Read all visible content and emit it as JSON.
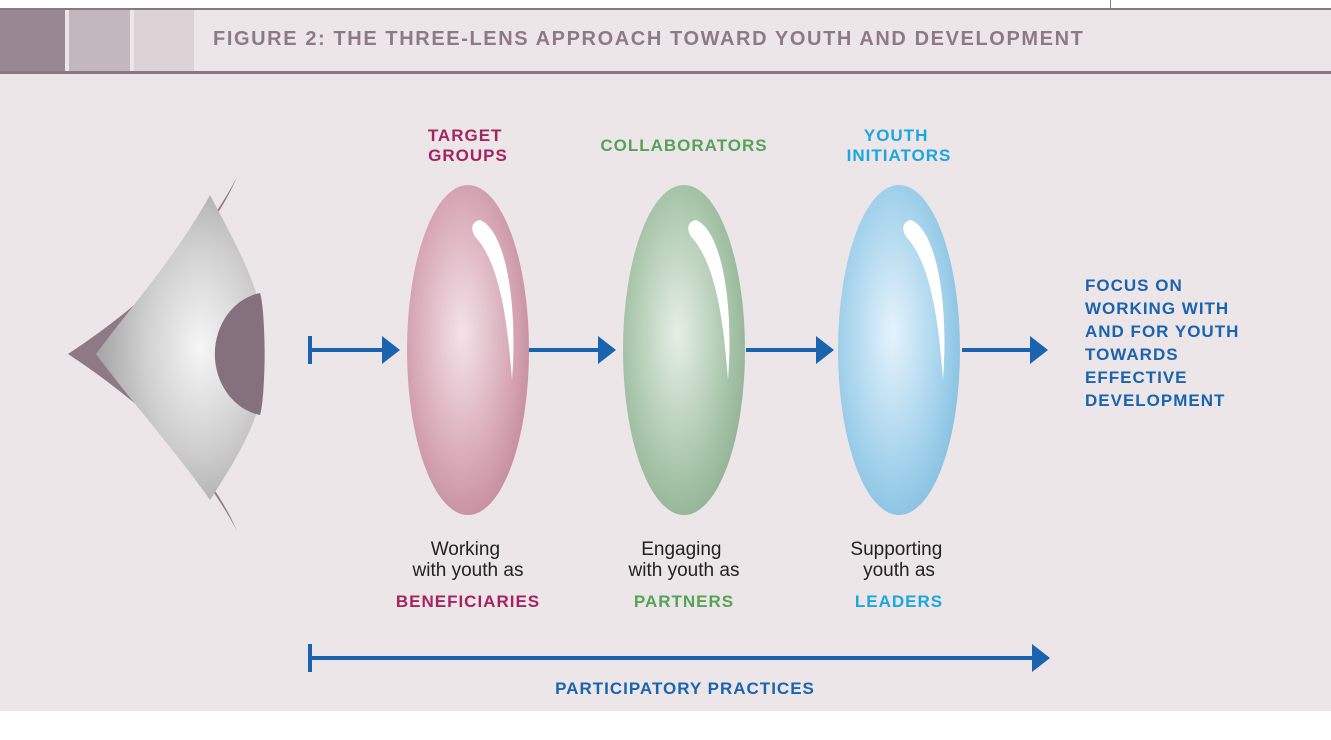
{
  "figure": {
    "title": "FIGURE 2: THE THREE-LENS APPROACH TOWARD YOUTH AND DEVELOPMENT"
  },
  "lenses": [
    {
      "name_lines": [
        "TARGET",
        "GROUPS"
      ],
      "desc_lines": [
        "Working",
        "with youth as"
      ],
      "role": "BENEFICIARIES",
      "color": "#a3245f",
      "lens_color": "#c98ea3"
    },
    {
      "name_lines": [
        "COLLABORATORS"
      ],
      "desc_lines": [
        "Engaging",
        "with youth as"
      ],
      "role": "PARTNERS",
      "color": "#55a358",
      "lens_color": "#96b99a"
    },
    {
      "name_lines": [
        "YOUTH",
        "INITIATORS"
      ],
      "desc_lines": [
        "Supporting",
        "youth as"
      ],
      "role": "LEADERS",
      "color": "#1aa7dd",
      "lens_color": "#8ec4e3"
    }
  ],
  "focus_lines": [
    "FOCUS ON",
    "WORKING WITH",
    "AND FOR YOUTH",
    "TOWARDS",
    "EFFECTIVE",
    "DEVELOPMENT"
  ],
  "practices_label": "PARTICIPATORY PRACTICES",
  "colors": {
    "arrow": "#1a63ae",
    "header_text": "#8e7a86",
    "panel": "#ece6e8",
    "eye_outline": "#8d7a85",
    "eye_iris": "#85717d"
  },
  "icons": {
    "eye": "eye-icon"
  }
}
